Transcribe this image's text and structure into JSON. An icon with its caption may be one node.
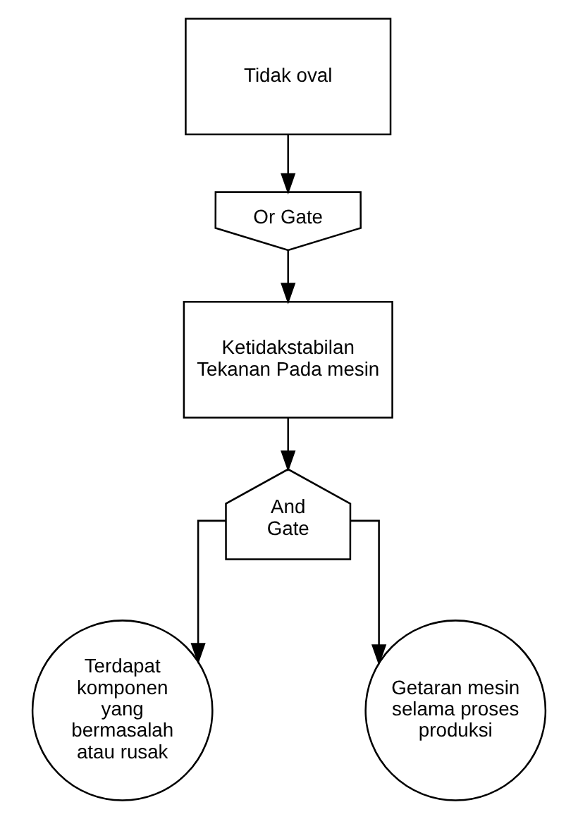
{
  "diagram": {
    "nodes": [
      {
        "text": [
          "Tidak oval"
        ]
      },
      {
        "text": [
          "Or Gate"
        ]
      },
      {
        "text": [
          "Ketidakstabilan Tekanan Pada mesin"
        ]
      },
      {
        "text": [
          "And Gate"
        ]
      },
      {
        "text": [
          "Terdapat komponen yang bermasalah atau rusak"
        ]
      },
      {
        "text": [
          "Getaran mesin selama proses produksi"
        ]
      }
    ],
    "edges": [
      {
        "from": 0,
        "to": 1,
        "arrow": "to"
      },
      {
        "from": 1,
        "to": 2,
        "arrow": "to"
      },
      {
        "from": 2,
        "to": 3,
        "arrow": "to"
      },
      {
        "from": 3,
        "to": 4,
        "arrow": "to"
      },
      {
        "from": 3,
        "to": 5,
        "arrow": "to"
      }
    ]
  }
}
